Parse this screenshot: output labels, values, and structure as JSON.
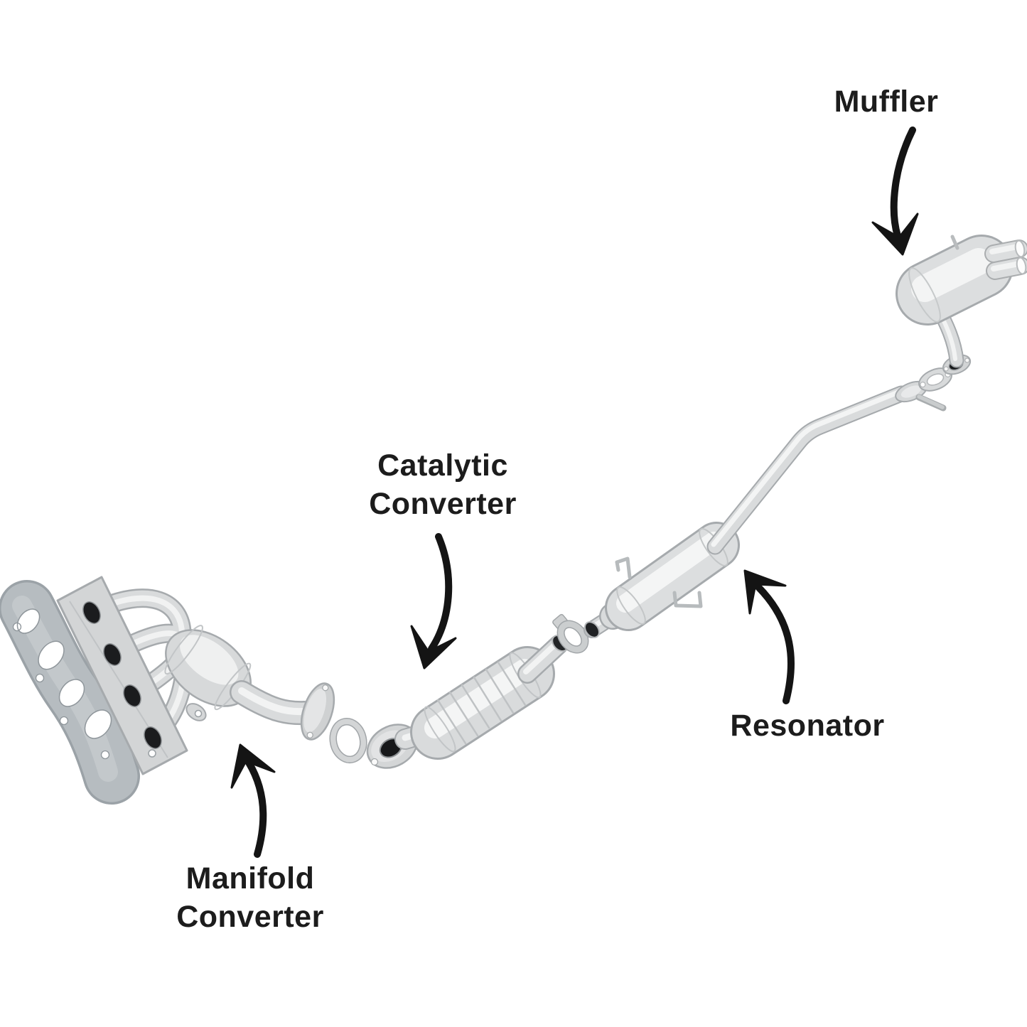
{
  "page": {
    "background": "#ffffff"
  },
  "diagram": {
    "type": "exploded-parts-diagram",
    "subject": "car exhaust system",
    "text_color": "#1c1c1c",
    "arrow_color": "#141414",
    "metal_color": "#d8dadb",
    "metal_highlight": "#f4f5f5",
    "metal_edge": "#a6aaad",
    "gasket_color": "#b6bcc0"
  },
  "labels": {
    "muffler": "Muffler",
    "catalytic_converter": "Catalytic\nConverter",
    "resonator": "Resonator",
    "manifold_converter": "Manifold\nConverter"
  },
  "parts": [
    {
      "name": "manifold-gasket"
    },
    {
      "name": "manifold-converter"
    },
    {
      "name": "flange-ring-gasket"
    },
    {
      "name": "catalytic-converter"
    },
    {
      "name": "pipe-clamp"
    },
    {
      "name": "resonator"
    },
    {
      "name": "intermediate-pipe"
    },
    {
      "name": "muffler-inlet-gasket"
    },
    {
      "name": "muffler"
    }
  ]
}
